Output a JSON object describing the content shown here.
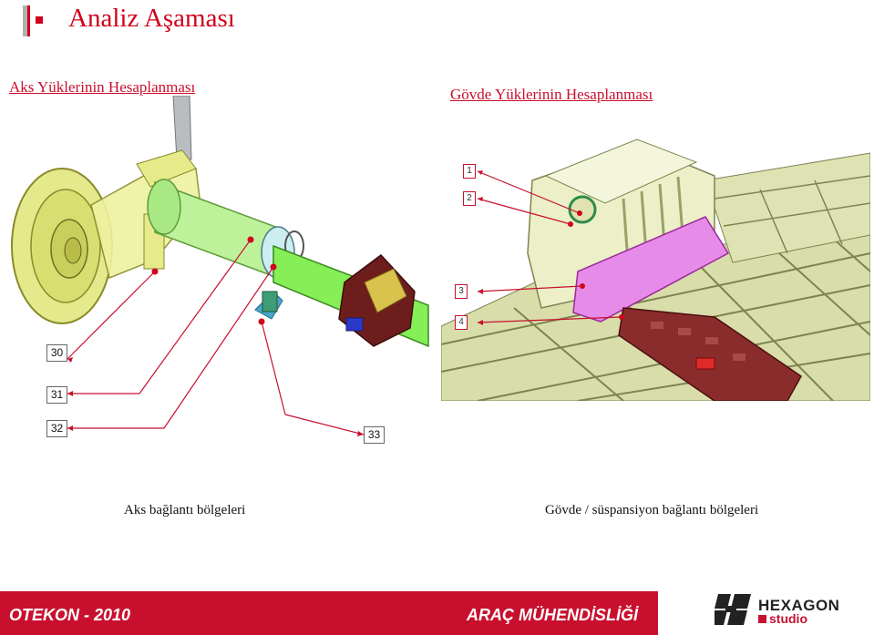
{
  "header": {
    "title": "Analiz Aşaması"
  },
  "left_panel": {
    "heading": "Aks Yüklerinin Hesaplanması",
    "caption": "Aks bağlantı bölgeleri",
    "callouts": [
      "30",
      "31",
      "32",
      "33"
    ]
  },
  "right_panel": {
    "heading": "Gövde Yüklerinin Hesaplanması",
    "caption": "Gövde / süspansiyon bağlantı bölgeleri",
    "callouts": [
      "1",
      "2",
      "3",
      "4"
    ]
  },
  "footer": {
    "left_text": "OTEKON - 2010",
    "right_text": "ARAÇ MÜHENDİSLİĞİ",
    "logo_primary": "HEXAGON",
    "logo_secondary": "studio"
  },
  "colors": {
    "accent": "#c8102e",
    "footer_bg": "#c8102e"
  }
}
